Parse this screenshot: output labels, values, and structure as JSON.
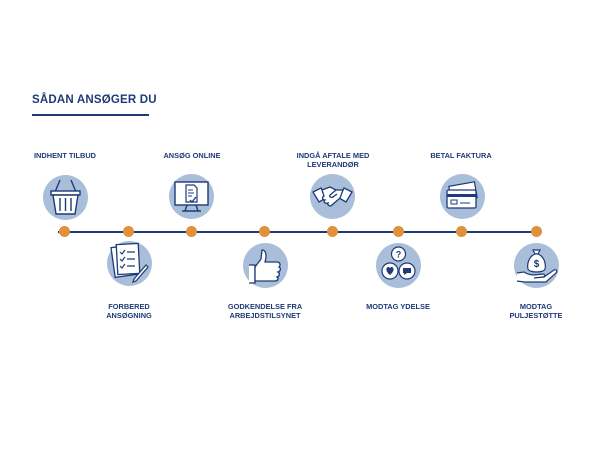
{
  "title": "SÅDAN ANSØGER DU",
  "steps": [
    {
      "lines": [
        "INDHENT TILBUD"
      ],
      "icon": "basket-icon"
    },
    {
      "lines": [
        "FORBERED",
        "ANSØGNING"
      ],
      "icon": "checklist-icon"
    },
    {
      "lines": [
        "ANSØG ONLINE"
      ],
      "icon": "monitor-document-icon"
    },
    {
      "lines": [
        "GODKENDELSE FRA",
        "ARBEJDSTILSYNET"
      ],
      "icon": "thumbs-up-icon"
    },
    {
      "lines": [
        "INDGÅ AFTALE MED",
        "LEVERANDØR"
      ],
      "icon": "handshake-icon"
    },
    {
      "lines": [
        "MODTAG YDELSE"
      ],
      "icon": "service-hearts-icon"
    },
    {
      "lines": [
        "BETAL FAKTURA"
      ],
      "icon": "payment-card-icon"
    },
    {
      "lines": [
        "MODTAG",
        "PULJESTØTTE"
      ],
      "icon": "money-bag-hand-icon"
    }
  ],
  "colors": {
    "navy": "#1f3a78",
    "circle": "#a9bed9",
    "dot": "#e0913c"
  }
}
